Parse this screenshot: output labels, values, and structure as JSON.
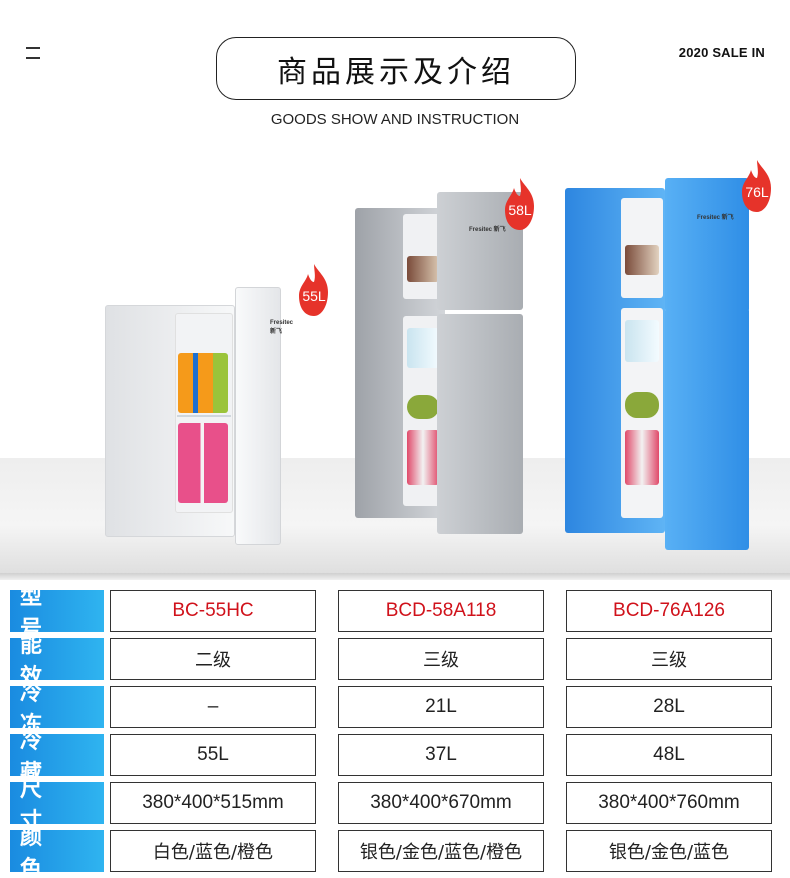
{
  "header": {
    "title": "商品展示及介绍",
    "subtitle": "GOODS SHOW AND INSTRUCTION",
    "sale_tag": "2020 SALE IN"
  },
  "products": [
    {
      "capacity_badge": "55L",
      "brand": "Fresitec 新飞",
      "color": "#f4f5f7"
    },
    {
      "capacity_badge": "58L",
      "brand": "Fresitec 新飞",
      "color": "#bfc2c7"
    },
    {
      "capacity_badge": "76L",
      "brand": "Fresitec 新飞",
      "color": "#3f9ff0"
    }
  ],
  "colors": {
    "label_bg_start": "#1a8be0",
    "label_bg_end": "#2fb4f0",
    "model_text": "#d0121b",
    "flame": "#e6332a"
  },
  "specs": {
    "rows": [
      {
        "label": "型 号",
        "values": [
          "BC-55HC",
          "BCD-58A118",
          "BCD-76A126"
        ]
      },
      {
        "label": "能 效",
        "values": [
          "二级",
          "三级",
          "三级"
        ]
      },
      {
        "label": "冷 冻",
        "values": [
          "–",
          "21L",
          "28L"
        ]
      },
      {
        "label": "冷 藏",
        "values": [
          "55L",
          "37L",
          "48L"
        ]
      },
      {
        "label": "尺 寸",
        "values": [
          "380*400*515mm",
          "380*400*670mm",
          "380*400*760mm"
        ]
      },
      {
        "label": "颜 色",
        "values": [
          "白色/蓝色/橙色",
          "银色/金色/蓝色/橙色",
          "银色/金色/蓝色"
        ]
      }
    ]
  }
}
